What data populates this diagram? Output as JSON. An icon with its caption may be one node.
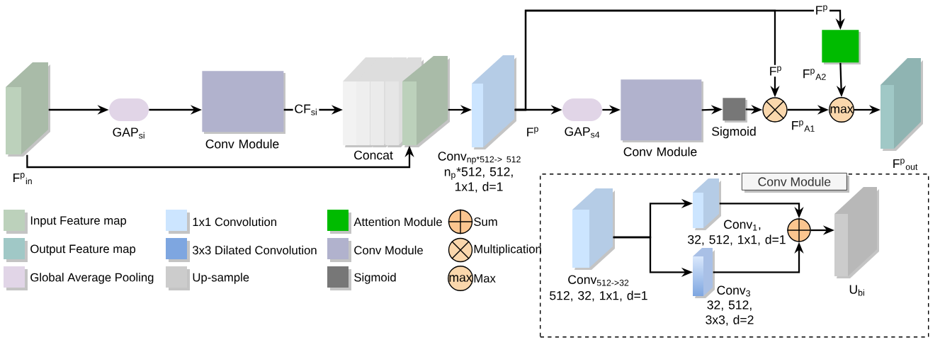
{
  "diagram": {
    "nodes": [
      {
        "text": [
          "F$^{p}$$_{in}$"
        ]
      },
      {
        "text": [
          "GAP$_{si}$"
        ]
      },
      {
        "text": [
          "Conv Module"
        ]
      },
      {
        "text": [
          "Concat"
        ]
      },
      {
        "text": [
          "Conv$_{np*512-> 512}$",
          "n$_{p}$*512, 512, 1x1, d=1"
        ]
      },
      {
        "text": [
          "GAP$_{s4}$"
        ]
      },
      {
        "text": [
          "Conv Module"
        ]
      },
      {
        "text": [
          "Sigmoid"
        ]
      },
      {
        "text": [],
        "shape": "circle"
      },
      {
        "text": [],
        "shape": "box"
      },
      {
        "text": [
          "max"
        ]
      },
      {
        "text": [
          "F$^{p}$$_{out}$"
        ]
      },
      {
        "text": [
          "Conv Module"
        ]
      },
      {
        "text": [
          "Conv$_{512->32}$",
          "512, 32, 1x1, d=1"
        ],
        "in": 12
      },
      {
        "text": [
          "Conv$_{1}$,",
          "32, 512, 1x1, d=1"
        ],
        "in": 12
      },
      {
        "text": [
          "Conv$_{3}$",
          "32, 512, 3x3, d=2"
        ],
        "in": 12
      },
      {
        "text": [],
        "shape": "circle",
        "in": 12
      },
      {
        "text": [
          "U$_{bi}$"
        ],
        "in": 12
      }
    ],
    "edges": [
      {
        "from": 0,
        "to": 1,
        "arrow": "to"
      },
      {
        "from": 1,
        "to": 2,
        "arrow": "to"
      },
      {
        "from": 2,
        "to": 3,
        "arrow": "to",
        "label": "CF$_{si}$"
      },
      {
        "from": 0,
        "to": 3,
        "arrow": "to"
      },
      {
        "from": 3,
        "to": 4,
        "arrow": "to"
      },
      {
        "from": 4,
        "to": 5,
        "arrow": "to",
        "label": "F$^{p}$"
      },
      {
        "from": 5,
        "to": 6,
        "arrow": "to"
      },
      {
        "from": 6,
        "to": 7,
        "arrow": "to"
      },
      {
        "from": 7,
        "to": 8,
        "arrow": "to"
      },
      {
        "from": 4,
        "to": 8,
        "arrow": "to",
        "label": "F$^{p}$"
      },
      {
        "from": 4,
        "to": 9,
        "arrow": "to",
        "label": "F$^{p}$"
      },
      {
        "from": 8,
        "to": 10,
        "arrow": "to",
        "label": "F$^{p}$$_{A1}$"
      },
      {
        "from": 9,
        "to": 10,
        "arrow": "to",
        "label": "F$^{p}$$_{A2}$"
      },
      {
        "from": 10,
        "to": 11,
        "arrow": "to"
      },
      {
        "from": 13,
        "to": 14,
        "arrow": "to"
      },
      {
        "from": 13,
        "to": 15,
        "arrow": "to"
      },
      {
        "from": 14,
        "to": 16,
        "arrow": "to"
      },
      {
        "from": 15,
        "to": 16,
        "arrow": "to"
      },
      {
        "from": 16,
        "to": 17,
        "arrow": "to"
      }
    ],
    "labels": [
      "max"
    ],
    "legend": [
      {
        "text": "Input Feature map",
        "color": "#bcd1bb"
      },
      {
        "text": "Output Feature map",
        "color": "#a0c8c6"
      },
      {
        "text": "Global Average Pooling",
        "color": "#e1d5e7"
      },
      {
        "text": "1x1 Convolution",
        "color": "#cce5ff"
      },
      {
        "text": "3x3 Dilated Convolution",
        "color": "#7ea6e0"
      },
      {
        "text": "Up-sample",
        "color": "#cccccc"
      },
      {
        "text": "Attention Module",
        "color": "#00bb00"
      },
      {
        "text": "Conv Module",
        "color": "#b1b2cd"
      },
      {
        "text": "Sigmoid",
        "color": "#777777"
      },
      {
        "text": "Sum"
      },
      {
        "text": "Multiplication"
      },
      {
        "text": "Max"
      }
    ]
  }
}
